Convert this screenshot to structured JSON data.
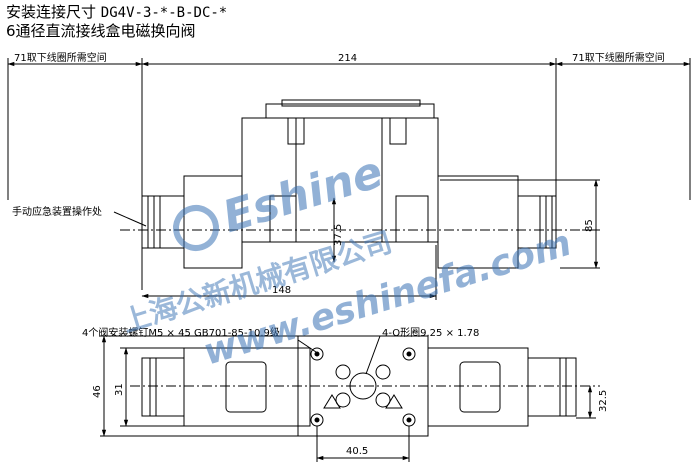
{
  "title": {
    "line1_prefix": "安装连接尺寸",
    "line1_model": "DG4V-3-*-B-DC-*",
    "line2": "6通径直流接线盒电磁换向阀"
  },
  "top_view": {
    "left_clearance_label": "71取下线圈所需空间",
    "right_clearance_label": "71取下线圈所需空间",
    "overall_length": "214",
    "manual_override_label": "手动应急装置操作处",
    "height_dim": "85",
    "center_height_dim": "37.5",
    "body_length_dim": "148"
  },
  "bottom_view": {
    "screw_label": "4个阀安装螺钉M5 × 45 GB701-85-10.9级",
    "oring_label": "4-O形圈9.25 × 1.78",
    "width_dim": "46",
    "inner_width_dim": "31",
    "right_dim": "32.5",
    "port_spacing_dim": "40.5"
  },
  "watermark": {
    "brand": "Eshine",
    "company": "上海公新机械有限公司",
    "url": "www.eshinefa.com"
  },
  "colors": {
    "watermark": "#3a73b5",
    "line": "#000000"
  }
}
